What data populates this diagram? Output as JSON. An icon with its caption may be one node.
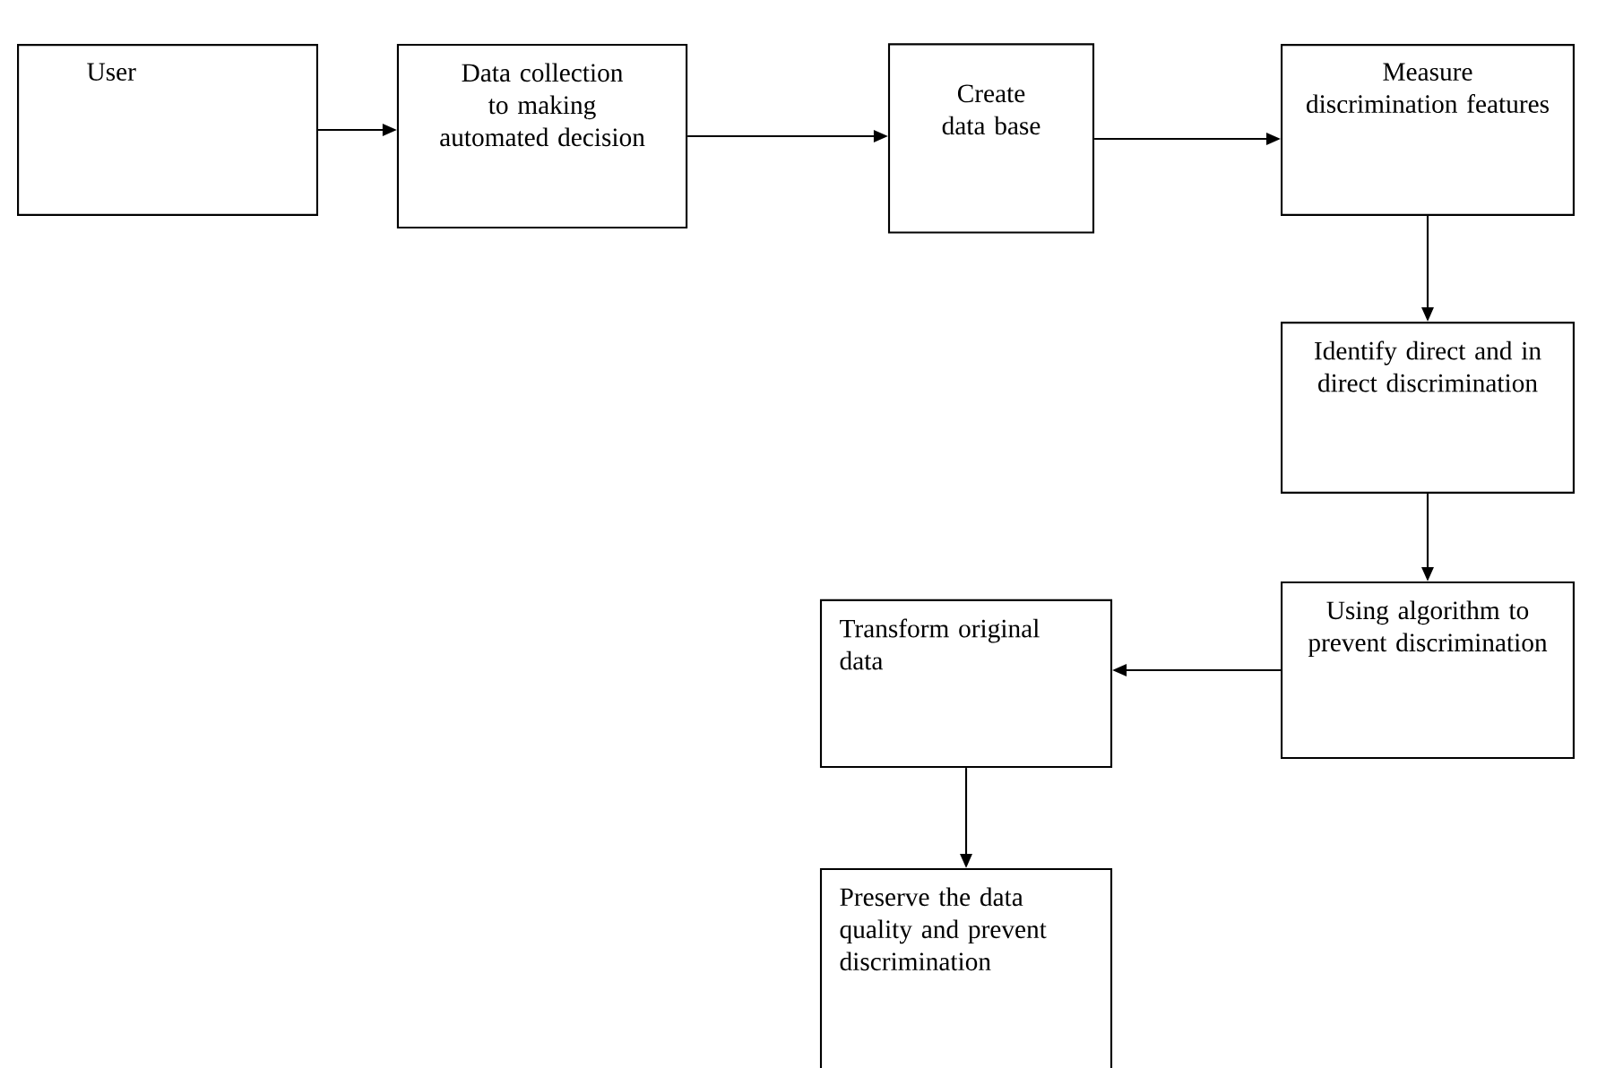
{
  "diagram": {
    "nodes": [
      {
        "text": [
          "User"
        ]
      },
      {
        "text": [
          "Data collection to making automated decision"
        ]
      },
      {
        "text": [
          "Create data base"
        ]
      },
      {
        "text": [
          "Measure discrimination features"
        ]
      },
      {
        "text": [
          "Identify direct and in direct discrimination"
        ]
      },
      {
        "text": [
          "Using algorithm to prevent discrimination"
        ]
      },
      {
        "text": [
          "Transform original data"
        ]
      },
      {
        "text": [
          "Preserve the data quality and prevent discrimination"
        ]
      }
    ],
    "edges": [
      {
        "from": 0,
        "to": 1,
        "arrow": "to"
      },
      {
        "from": 1,
        "to": 2,
        "arrow": "to"
      },
      {
        "from": 2,
        "to": 3,
        "arrow": "to"
      },
      {
        "from": 3,
        "to": 4,
        "arrow": "to"
      },
      {
        "from": 4,
        "to": 5,
        "arrow": "to"
      },
      {
        "from": 5,
        "to": 6,
        "arrow": "to"
      },
      {
        "from": 6,
        "to": 7,
        "arrow": "to"
      }
    ]
  }
}
